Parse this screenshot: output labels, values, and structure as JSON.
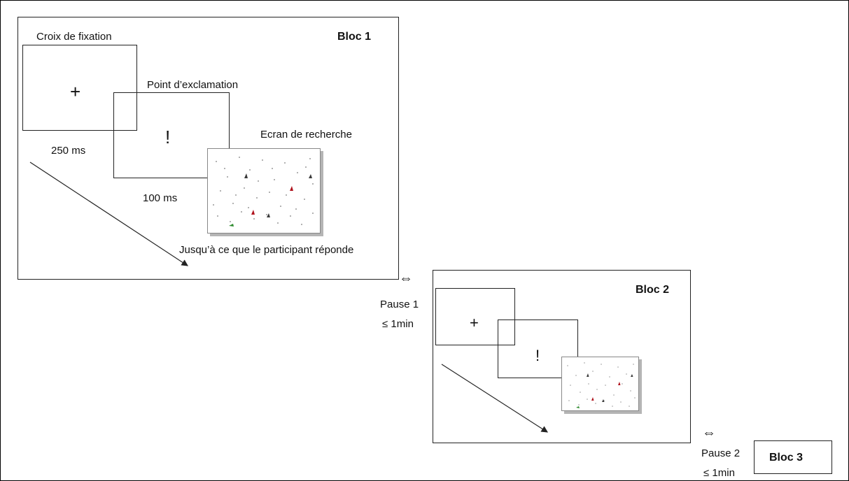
{
  "diagram": {
    "bloc1": {
      "title": "Bloc 1",
      "fixation_label": "Croix de fixation",
      "fixation_symbol": "+",
      "fixation_duration": "250 ms",
      "exclamation_label": "Point d’exclamation",
      "exclamation_symbol": "!",
      "exclamation_duration": "100 ms",
      "search_label": "Ecran de recherche",
      "search_duration": "Jusqu’à ce que le participant réponde"
    },
    "pause1": {
      "label": "Pause 1",
      "duration": "≤ 1min",
      "arrow": "⇔"
    },
    "bloc2": {
      "title": "Bloc 2",
      "fixation_symbol": "+",
      "exclamation_symbol": "!"
    },
    "pause2": {
      "label": "Pause 2",
      "duration": "≤ 1min",
      "arrow": "⇔"
    },
    "bloc3": {
      "title": "Bloc 3"
    },
    "colors": {
      "line": "#222222",
      "target_dark": "#3a3a3a",
      "target_red": "#b0141e",
      "target_green": "#2e8b2e",
      "dots": "#9a9a9a"
    }
  }
}
